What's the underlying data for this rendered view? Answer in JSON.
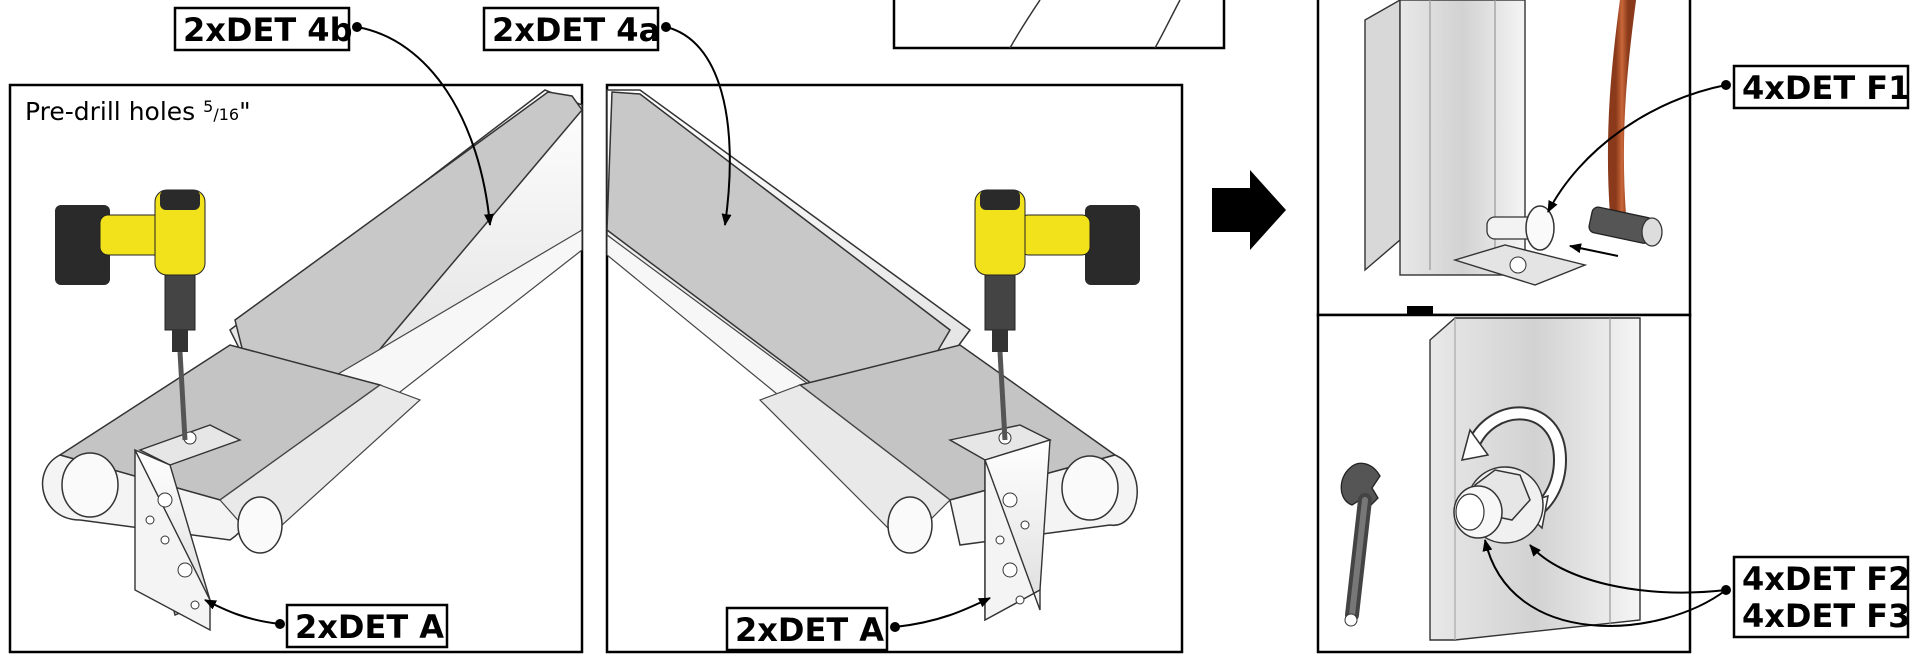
{
  "panel1": {
    "note_main": "Pre-drill holes ",
    "note_num": "5",
    "note_sep": "/",
    "note_den": "16",
    "note_unit": "\"",
    "label_top": "2xDET 4b",
    "label_bottom": "2xDET A"
  },
  "panel2": {
    "label_top": "2xDET 4a",
    "label_bottom": "2xDET A"
  },
  "panel3": {
    "label": "4xDET F1"
  },
  "panel4": {
    "label_line1": "4xDET F2",
    "label_line2": "4xDET F3"
  },
  "icons": {
    "step_arrow": "right-arrow-icon",
    "down_arrow": "down-arrow-icon",
    "drill": "drill-icon",
    "hammer": "hammer-icon",
    "wrench": "wrench-icon",
    "rotate": "rotate-arrow-icon"
  },
  "colors": {
    "board_top": "#c8c8c8",
    "board_side": "#f2f2f2",
    "drill_yellow": "#f2e21c",
    "drill_dark": "#2a2a2a",
    "hammer_handle": "#b5542a",
    "bracket": "#f4f4f4"
  }
}
